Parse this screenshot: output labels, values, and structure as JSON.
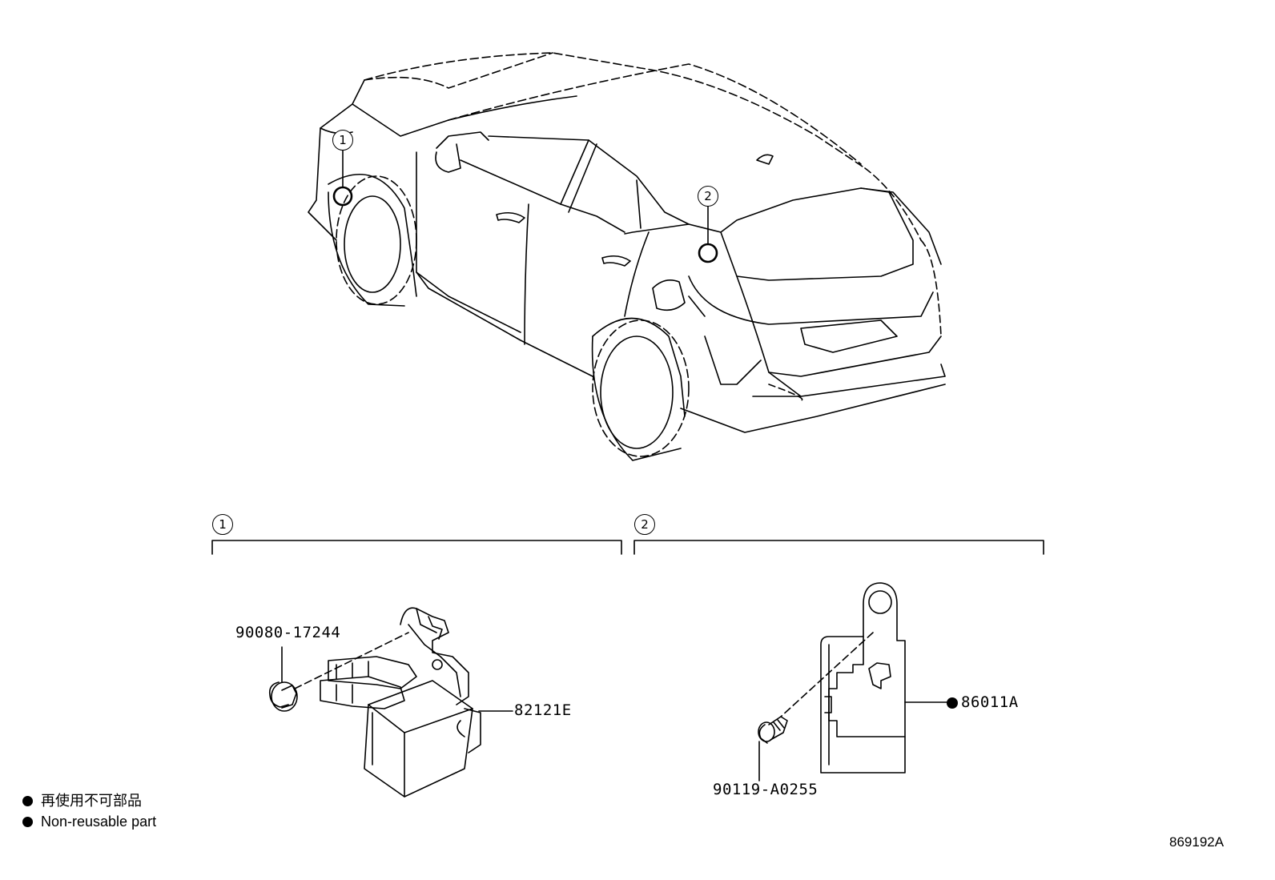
{
  "callouts": {
    "one": "1",
    "two": "2"
  },
  "parts": {
    "p90080": "90080-17244",
    "p82121": "82121E",
    "p86011": "86011A",
    "p90119": "90119-A0255"
  },
  "legend": {
    "jp": "再使用不可部品",
    "en": "Non-reusable part"
  },
  "figure_code": "869192A"
}
